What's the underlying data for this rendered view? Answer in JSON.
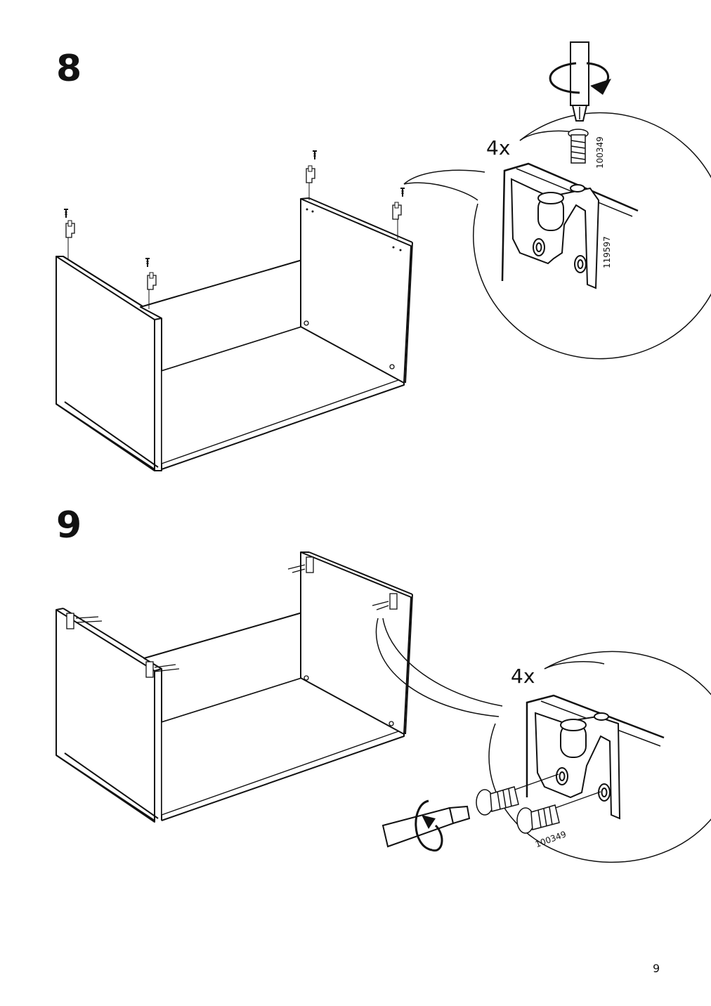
{
  "page": {
    "number": "9"
  },
  "steps": [
    {
      "number": "8",
      "detail": {
        "quantity": "4x",
        "part_numbers": [
          "100349",
          "119597"
        ]
      }
    },
    {
      "number": "9",
      "detail": {
        "quantity": "4x",
        "part_numbers": [
          "100349"
        ]
      }
    }
  ],
  "icons": [
    "screwdriver-icon",
    "rotate-arrow-icon",
    "screw-icon",
    "hinge-plate-icon",
    "cabinet-frame-icon"
  ]
}
